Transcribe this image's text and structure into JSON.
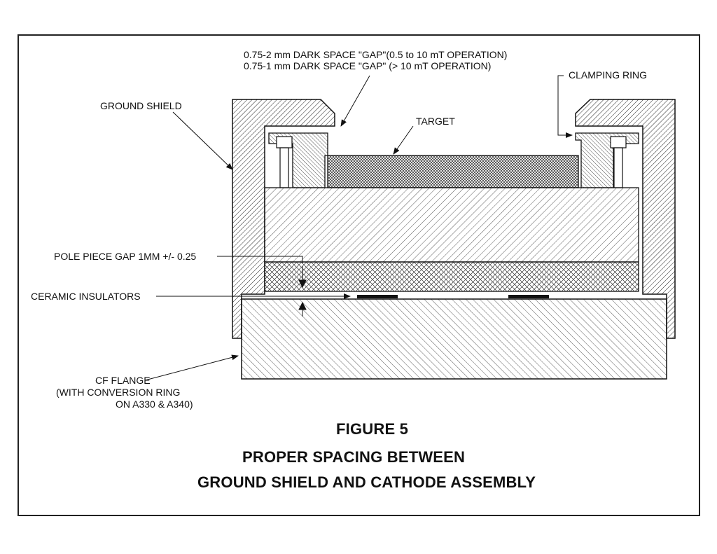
{
  "labels": {
    "gap_line1": "0.75-2 mm DARK SPACE \"GAP\"(0.5 to 10 mT OPERATION)",
    "gap_line2": "0.75-1 mm DARK SPACE \"GAP\" (> 10 mT OPERATION)",
    "clamping_ring": "CLAMPING RING",
    "ground_shield": "GROUND SHIELD",
    "target": "TARGET",
    "pole_piece_gap": "POLE PIECE GAP 1MM  +/- 0.25",
    "ceramic_insulators": "CERAMIC INSULATORS",
    "cf_flange_line1": "CF FLANGE",
    "cf_flange_line2": "(WITH CONVERSION RING",
    "cf_flange_line3": "ON A330 & A340)"
  },
  "caption": {
    "figure_number": "FIGURE 5",
    "title_line1": "PROPER SPACING BETWEEN",
    "title_line2": "GROUND SHIELD AND CATHODE ASSEMBLY"
  },
  "colors": {
    "line": "#111111",
    "frame": "#222222",
    "background": "#ffffff"
  }
}
